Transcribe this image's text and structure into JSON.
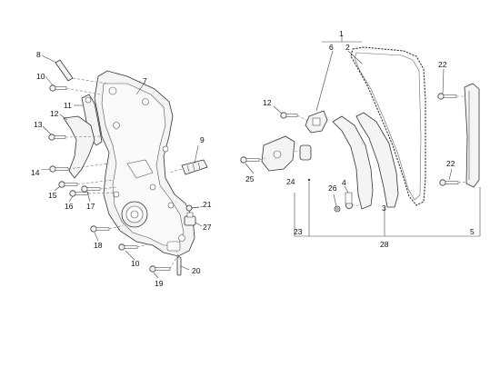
{
  "figure": {
    "callouts": {
      "c1": "1",
      "c2": "2",
      "c3": "3",
      "c4": "4",
      "c5": "5",
      "c6": "6",
      "c7": "7",
      "c8": "8",
      "c9": "9",
      "c10a": "10",
      "c10b": "10",
      "c11": "11",
      "c12a": "12",
      "c12b": "12",
      "c13": "13",
      "c14": "14",
      "c15": "15",
      "c16": "16",
      "c17": "17",
      "c18": "18",
      "c19": "19",
      "c20": "20",
      "c21": "21",
      "c22a": "22",
      "c22b": "22",
      "c23": "23",
      "c24": "24",
      "c25": "25",
      "c26": "26",
      "c27": "27",
      "c28": "28"
    }
  }
}
